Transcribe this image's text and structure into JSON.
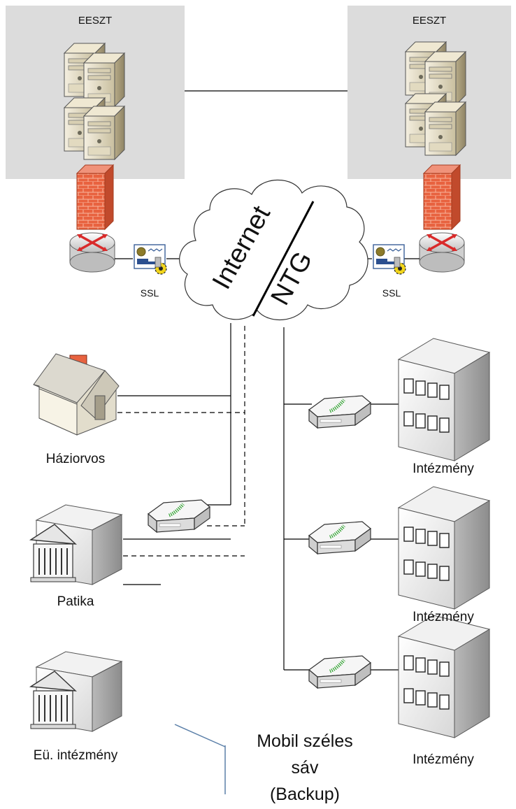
{
  "data_centers": [
    {
      "label": "EESZT"
    },
    {
      "label": "EESZT"
    }
  ],
  "ssl_labels": [
    "SSL",
    "SSL"
  ],
  "cloud": {
    "left_label": "Internet",
    "right_label": "NTG"
  },
  "clients": {
    "haziorvos": "Háziorvos",
    "patika": "Patika",
    "eu_intezmeny": "Eü. intézmény"
  },
  "institutions": [
    "Intézmény",
    "Intézmény",
    "Intézmény"
  ],
  "backup_note": {
    "line1": "Mobil széles",
    "line2": "sáv",
    "line3": "(Backup)"
  },
  "colors": {
    "zone_fill": "#dcdcdc",
    "firewall": "#e8623f",
    "link": "#000000",
    "callout": "#5a7fa8"
  }
}
